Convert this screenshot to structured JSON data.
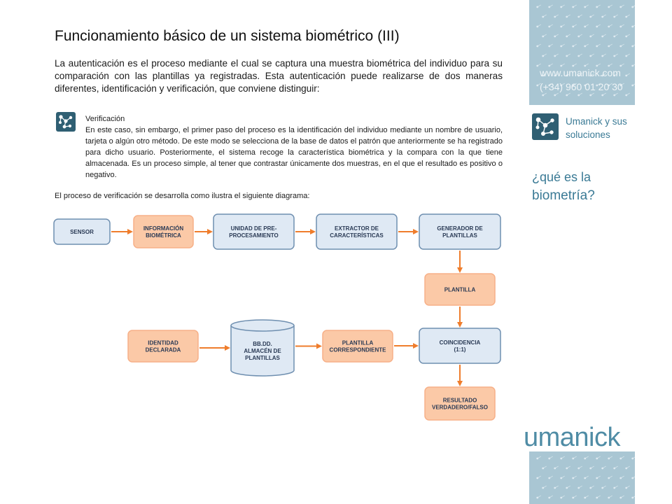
{
  "page": {
    "title": "Funcionamiento básico de un sistema biométrico (III)",
    "intro": "La autenticación es el proceso mediante el cual se captura una muestra biométrica del individuo para su comparación con las plantillas ya registradas. Esta autenticación puede realizarse de dos maneras diferentes, identificación y verificación, que conviene distinguir:",
    "verification": {
      "heading": "Verificación",
      "body": "En este caso, sin embargo, el primer paso del proceso es la identificación del individuo mediante un nombre de usuario, tarjeta o algún otro método. De este modo se selecciona de la base de datos el patrón que anteriormente se ha registrado para dicho usuario. Posteriormente, el sistema recoge la característica biométrica y la compara con la que tiene almacenada. Es un proceso simple, al tener que contrastar únicamente dos muestras, en el que el resultado es positivo o negativo."
    },
    "flow_intro": "El proceso de verificación se desarrolla como ilustra el siguiente diagrama:"
  },
  "diagram": {
    "nodes": {
      "sensor": [
        "SENSOR"
      ],
      "info": [
        "INFORMACIÓN",
        "BIOMÉTRICA"
      ],
      "preproc": [
        "UNIDAD DE PRE-",
        "PROCESAMIENTO"
      ],
      "extractor": [
        "EXTRACTOR DE",
        "CARACTERÍSTICAS"
      ],
      "generator": [
        "GENERADOR DE",
        "PLANTILLAS"
      ],
      "template": [
        "PLANTILLA"
      ],
      "identity": [
        "IDENTIDAD",
        "DECLARADA"
      ],
      "database": [
        "BB.DD.",
        "ALMACÉN DE",
        "PLANTILLAS"
      ],
      "corresponding": [
        "PLANTILLA",
        "CORRESPONDIENTE"
      ],
      "match": [
        "COINCIDENCIA",
        "(1:1)"
      ],
      "result": [
        "RESULTADO",
        "VERDADERO/FALSO"
      ]
    },
    "colors": {
      "blue_fill": "#dfe9f4",
      "blue_stroke": "#6f8fb0",
      "orange_fill": "#fbc9a7",
      "orange_stroke": "#f7b088",
      "arrow": "#ef7d2c",
      "text": "#2a3a55"
    }
  },
  "sidebar": {
    "contact": {
      "website": "www.umanick.com",
      "phone": "(+34) 960 01 20 30"
    },
    "section": "Umanick y sus soluciones",
    "question_line1": "¿qué es la",
    "question_line2": "biometría?",
    "logo_text": "umanick",
    "pattern_color": "#a9c6d3",
    "accent_color": "#3a7a95",
    "icon": "network-nodes-icon"
  }
}
